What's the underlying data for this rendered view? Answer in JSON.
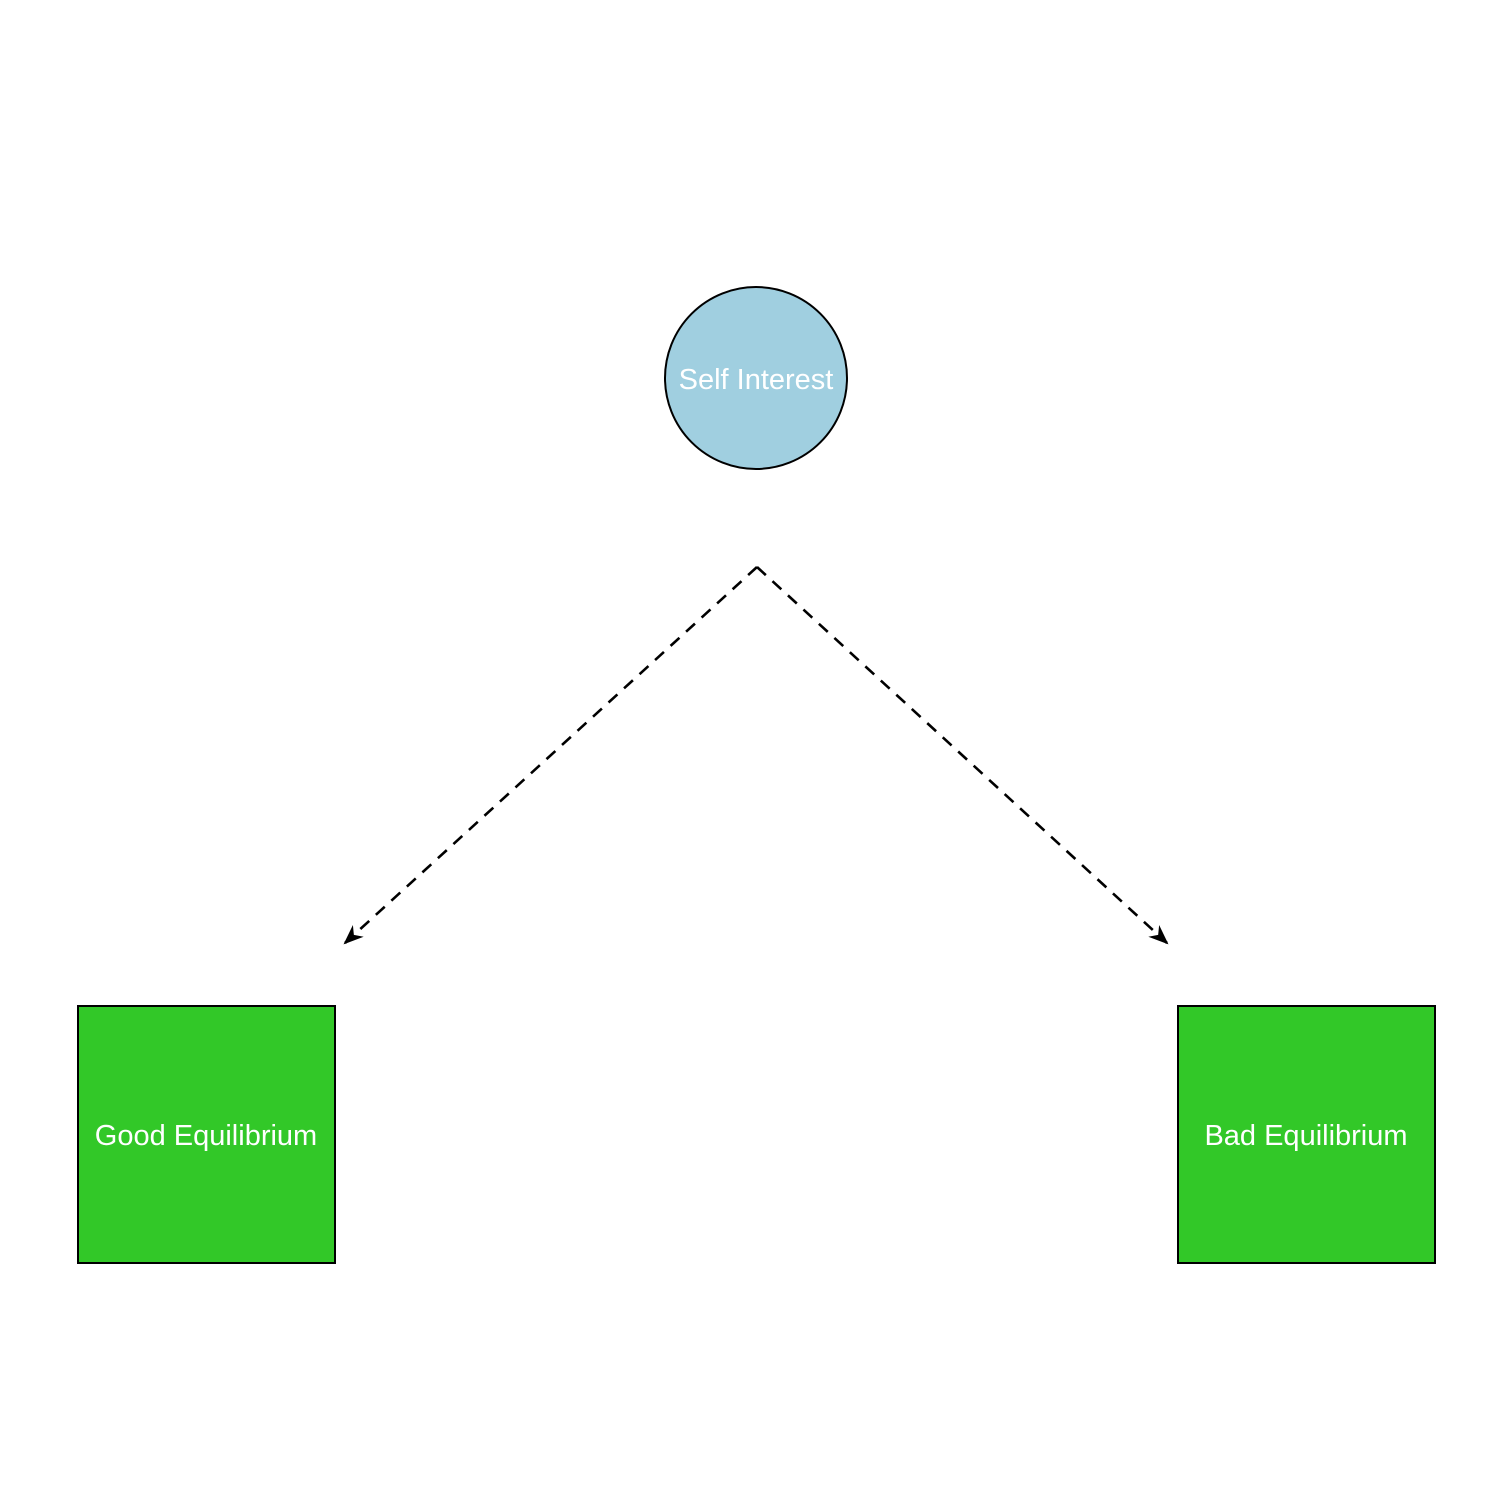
{
  "diagram": {
    "nodes": {
      "self_interest": {
        "label": "Self Interest",
        "shape": "circle",
        "fill": "#a0cfe0"
      },
      "good_equilibrium": {
        "label": "Good Equilibrium",
        "shape": "square",
        "fill": "#32c828"
      },
      "bad_equilibrium": {
        "label": "Bad Equilibrium",
        "shape": "square",
        "fill": "#32c828"
      }
    },
    "edges": [
      {
        "from": "self_interest",
        "to": "good_equilibrium",
        "style": "dashed"
      },
      {
        "from": "self_interest",
        "to": "bad_equilibrium",
        "style": "dashed"
      }
    ],
    "edge_color": "#000000"
  }
}
